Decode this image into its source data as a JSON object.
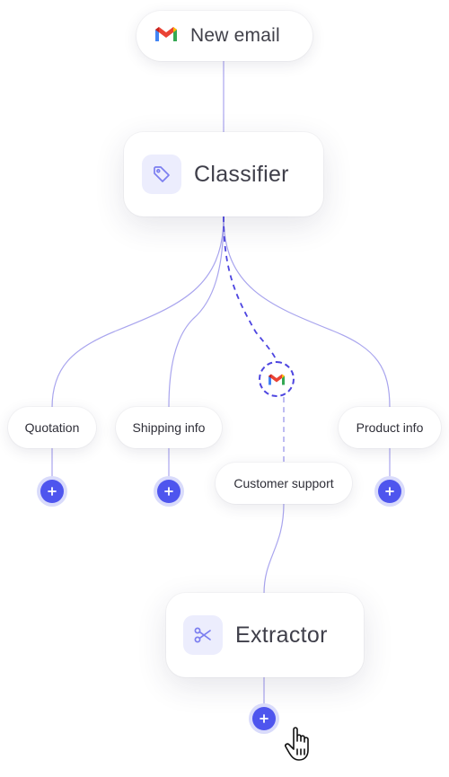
{
  "trigger": {
    "label": "New email",
    "icon": "gmail-icon"
  },
  "classifier": {
    "label": "Classifier",
    "icon": "tag-icon"
  },
  "branches": [
    {
      "label": "Quotation"
    },
    {
      "label": "Shipping info"
    },
    {
      "label": "Customer support",
      "active": true
    },
    {
      "label": "Product info"
    }
  ],
  "extractor": {
    "label": "Extractor",
    "icon": "scissors-icon"
  },
  "colors": {
    "connector": "#a9a5ee",
    "active_connector": "#4d45e0",
    "add_button": "#4e55ee",
    "icon_bg": "#ecedfd"
  }
}
